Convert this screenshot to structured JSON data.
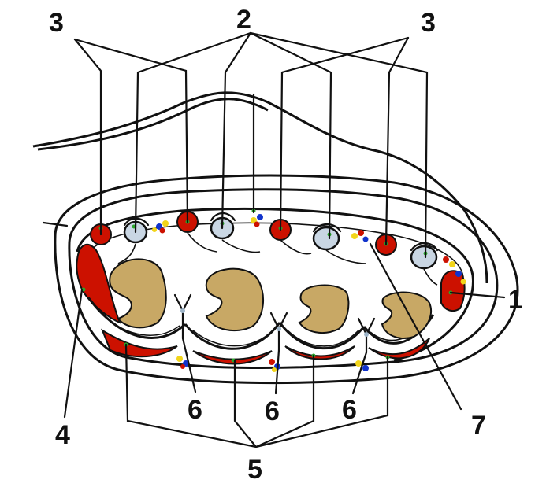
{
  "diagram": {
    "labels": {
      "l1": "1",
      "l2": "2",
      "l3_left": "3",
      "l3_right": "3",
      "l4": "4",
      "l5": "5",
      "l6_a": "6",
      "l6_b": "6",
      "l6_c": "6",
      "l7": "7"
    },
    "colors": {
      "muscle_red": "#cc1100",
      "tendon_tan": "#c8a865",
      "vessel_blue": "#c9d6e3",
      "outline": "#111111",
      "background": "#ffffff",
      "nerve_yellow": "#f2d51a",
      "dot_green": "#2aa52a",
      "dot_blue": "#1133cc"
    }
  }
}
